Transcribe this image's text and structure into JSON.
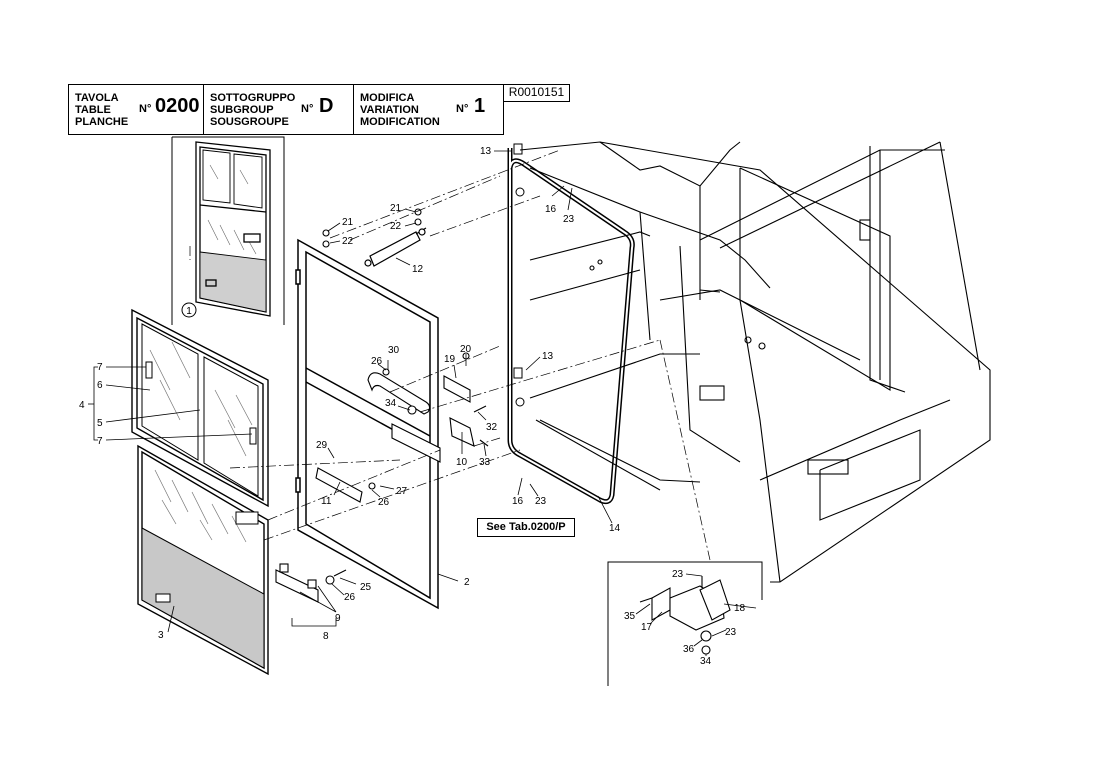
{
  "header": {
    "table": {
      "lines": [
        "TAVOLA",
        "TABLE",
        "PLANCHE"
      ],
      "num_symbol": "N°",
      "value": "0200"
    },
    "subgroup": {
      "lines": [
        "SOTTOGRUPPO",
        "SUBGROUP",
        "SOUSGROUPE"
      ],
      "num_symbol": "N°",
      "value": "D"
    },
    "modification": {
      "lines": [
        "MODIFICA",
        "VARIATION",
        "MODIFICATION"
      ],
      "num_symbol": "N°",
      "value": "1"
    },
    "reference": "R0010151"
  },
  "see_tab_label": "See Tab.0200/P",
  "inset_marker": "1",
  "callouts": [
    {
      "id": "c1",
      "label": "13"
    },
    {
      "id": "c2",
      "label": "16"
    },
    {
      "id": "c3",
      "label": "23"
    },
    {
      "id": "c4",
      "label": "21"
    },
    {
      "id": "c5",
      "label": "22"
    },
    {
      "id": "c6",
      "label": "21"
    },
    {
      "id": "c7",
      "label": "22"
    },
    {
      "id": "c8",
      "label": "12"
    },
    {
      "id": "c9",
      "label": "30"
    },
    {
      "id": "c10",
      "label": "26"
    },
    {
      "id": "c11",
      "label": "19"
    },
    {
      "id": "c12",
      "label": "20"
    },
    {
      "id": "c13",
      "label": "13"
    },
    {
      "id": "c14",
      "label": "34"
    },
    {
      "id": "c15",
      "label": "32"
    },
    {
      "id": "c16",
      "label": "10"
    },
    {
      "id": "c17",
      "label": "33"
    },
    {
      "id": "c18",
      "label": "29"
    },
    {
      "id": "c19",
      "label": "11"
    },
    {
      "id": "c20",
      "label": "27"
    },
    {
      "id": "c21",
      "label": "26"
    },
    {
      "id": "c22",
      "label": "16"
    },
    {
      "id": "c23",
      "label": "23"
    },
    {
      "id": "c24",
      "label": "14"
    },
    {
      "id": "c25",
      "label": "7"
    },
    {
      "id": "c26",
      "label": "6"
    },
    {
      "id": "c27",
      "label": "4"
    },
    {
      "id": "c28",
      "label": "5"
    },
    {
      "id": "c29",
      "label": "7"
    },
    {
      "id": "c30",
      "label": "25"
    },
    {
      "id": "c31",
      "label": "26"
    },
    {
      "id": "c32",
      "label": "9"
    },
    {
      "id": "c33",
      "label": "8"
    },
    {
      "id": "c34",
      "label": "2"
    },
    {
      "id": "c35",
      "label": "3"
    },
    {
      "id": "c36",
      "label": "23"
    },
    {
      "id": "c37",
      "label": "35"
    },
    {
      "id": "c38",
      "label": "17"
    },
    {
      "id": "c39",
      "label": "18"
    },
    {
      "id": "c40",
      "label": "23"
    },
    {
      "id": "c41",
      "label": "36"
    },
    {
      "id": "c42",
      "label": "34"
    }
  ]
}
